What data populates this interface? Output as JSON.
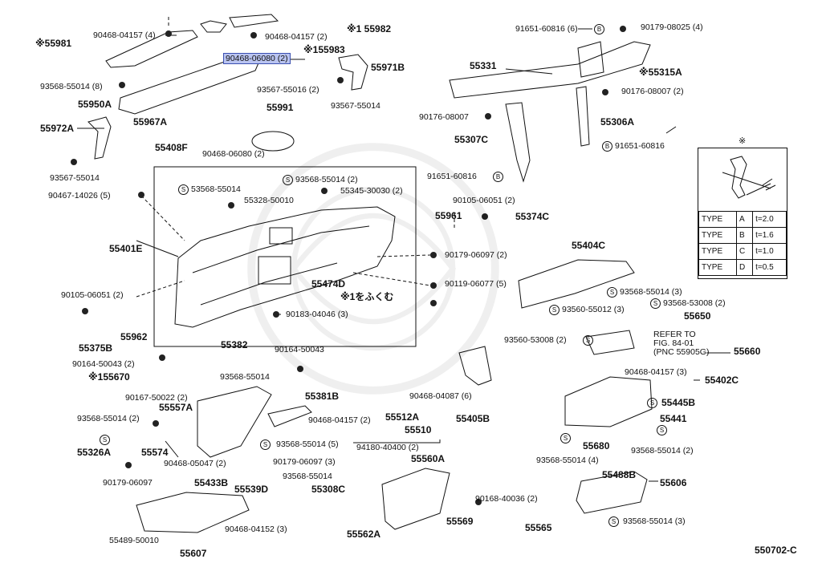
{
  "diagram_code": "550702-C",
  "type_table": {
    "mark": "※",
    "rows": [
      {
        "type": "TYPE",
        "letter": "A",
        "t": "t=2.0"
      },
      {
        "type": "TYPE",
        "letter": "B",
        "t": "t=1.6"
      },
      {
        "type": "TYPE",
        "letter": "C",
        "t": "t=1.0"
      },
      {
        "type": "TYPE",
        "letter": "D",
        "t": "t=0.5"
      }
    ]
  },
  "note_contains_1": "※1をふくむ",
  "refer_to": [
    "REFER TO",
    "FIG. 84-01",
    "(PNC 55905G)"
  ],
  "labels": {
    "l55981": "※55981",
    "l90468_04157_4": "90468-04157 (4)",
    "l90468_04157_2a": "90468-04157 (2)",
    "l155982": "※1 55982",
    "l90468_06080_2": "90468-06080 (2)",
    "l155983": "※155983",
    "l55971B": "55971B",
    "l93568_55014_8": "93568-55014 (8)",
    "l93567_55016": "93567-55016 (2)",
    "l55950A": "55950A",
    "l55991": "55991",
    "l93567_55014a": "93567-55014",
    "l55967A": "55967A",
    "l55972A": "55972A",
    "l55408F": "55408F",
    "l90468_06080_2b": "90468-06080 (2)",
    "l93567_55014b": "93567-55014",
    "l91651_60816_6": "91651-60816 (6)",
    "l90179_08025": "90179-08025 (4)",
    "l55331": "55331",
    "l55315A": "※55315A",
    "l90176_08007_2": "90176-08007 (2)",
    "l90176_08007": "90176-08007",
    "l55306A": "55306A",
    "l55307C": "55307C",
    "l91651_60816b": "91651-60816",
    "l91651_60816c": "91651-60816",
    "l53568_55014": "53568-55014",
    "l93568_55014_2a": "93568-55014 (2)",
    "l55328_50010": "55328-50010",
    "l55345_30030": "55345-30030 (2)",
    "l90467_14026": "90467-14026 (5)",
    "l90105_06051a": "90105-06051 (2)",
    "l55961": "55961",
    "l55374C": "55374C",
    "l55401E": "55401E",
    "l90179_06097_2": "90179-06097 (2)",
    "l55474D": "55474D",
    "l90119_06077": "90119-06077 (5)",
    "l90183_04046": "90183-04046 (3)",
    "l55404C": "55404C",
    "l93568_55014_3a": "93568-55014 (3)",
    "l93568_53008": "93568-53008 (2)",
    "l93560_55012": "93560-55012 (3)",
    "l55650": "55650",
    "l90105_06051b": "90105-06051 (2)",
    "l55962": "55962",
    "l55375B": "55375B",
    "l93560_53008": "93560-53008 (2)",
    "l55660": "55660",
    "l55382": "55382",
    "l90164_50043a": "90164-50043",
    "l93568_55014c": "93568-55014",
    "l90164_50043_2": "90164-50043 (2)",
    "l155670": "※155670",
    "l55381B": "55381B",
    "l90468_04087": "90468-04087 (6)",
    "l55405B": "55405B",
    "l90468_04157_3": "90468-04157 (3)",
    "l55402C": "55402C",
    "l90167_50022": "90167-50022 (2)",
    "l55557A": "55557A",
    "l93568_55014_2b": "93568-55014 (2)",
    "l90468_04157_2b": "90468-04157 (2)",
    "l55512A": "55512A",
    "l55445B": "55445B",
    "l55441": "55441",
    "l55510": "55510",
    "l93568_55014_5": "93568-55014 (5)",
    "l94180_40400": "94180-40400 (2)",
    "l55560A": "55560A",
    "l55326A": "55326A",
    "l55574": "55574",
    "l90468_05047": "90468-05047 (2)",
    "l55680": "55680",
    "l93568_55014_4": "93568-55014 (4)",
    "l93568_55014_2c": "93568-55014 (2)",
    "l90179_06097": "90179-06097",
    "l55433B": "55433B",
    "l55539D": "55539D",
    "l90179_06097_3": "90179-06097 (3)",
    "l93568_55014d": "93568-55014",
    "l55308C": "55308C",
    "l55488B": "55488B",
    "l55606": "55606",
    "l90468_04152": "90468-04152 (3)",
    "l55489_50010": "55489-50010",
    "l55607": "55607",
    "l55562A": "55562A",
    "l90168_40036": "90168-40036 (2)",
    "l55569": "55569",
    "l55565": "55565",
    "l93568_55014_3b": "93568-55014 (3)"
  },
  "markers": {
    "s": "S",
    "b": "B"
  }
}
